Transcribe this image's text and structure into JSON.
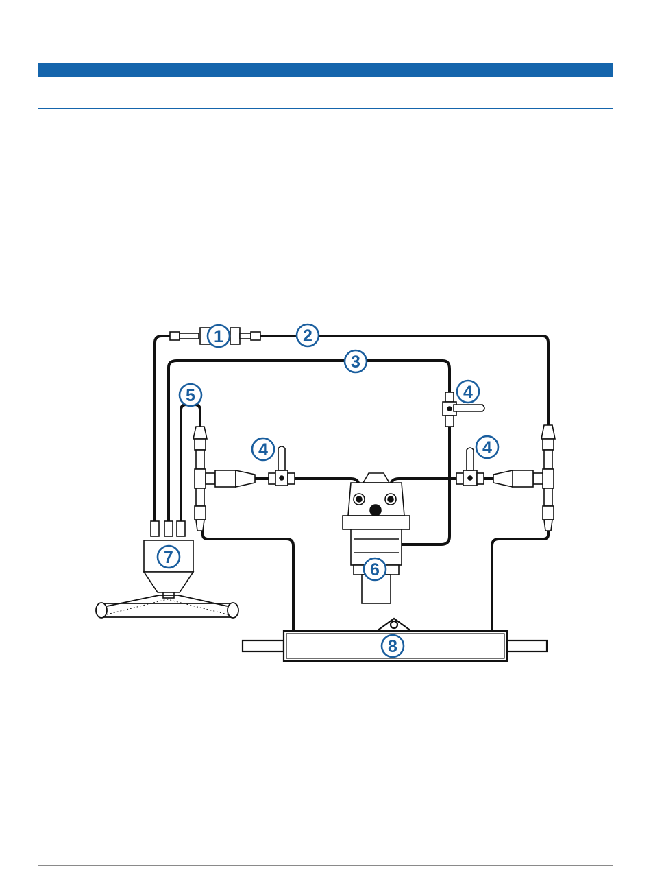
{
  "colors": {
    "header_accent": "#1565ac",
    "callout": "#1a5e9e",
    "line": "#111111"
  },
  "callouts": {
    "c1": "1",
    "c2": "2",
    "c3": "3",
    "c4a": "4",
    "c4b": "4",
    "c4c": "4",
    "c5": "5",
    "c6": "6",
    "c7": "7",
    "c8": "8"
  }
}
